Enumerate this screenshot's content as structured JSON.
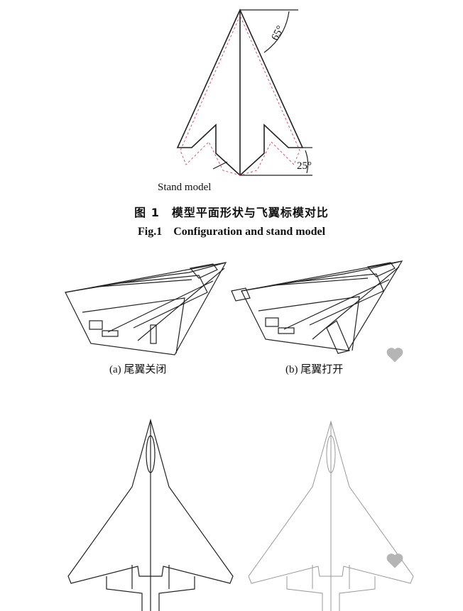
{
  "figure1": {
    "angle_top": "65°",
    "angle_bottom": "25°",
    "callout": "Stand model",
    "caption_cn": "图 1　模型平面形状与飞翼标模对比",
    "caption_en": "Fig.1　Configuration and stand model"
  },
  "figure2": {
    "label_a": "(a)  尾翼关闭",
    "label_b": "(b)  尾翼打开"
  },
  "colors": {
    "ink": "#222222",
    "dashed_model": "#e0506a",
    "heart": "#b5b5b5"
  }
}
